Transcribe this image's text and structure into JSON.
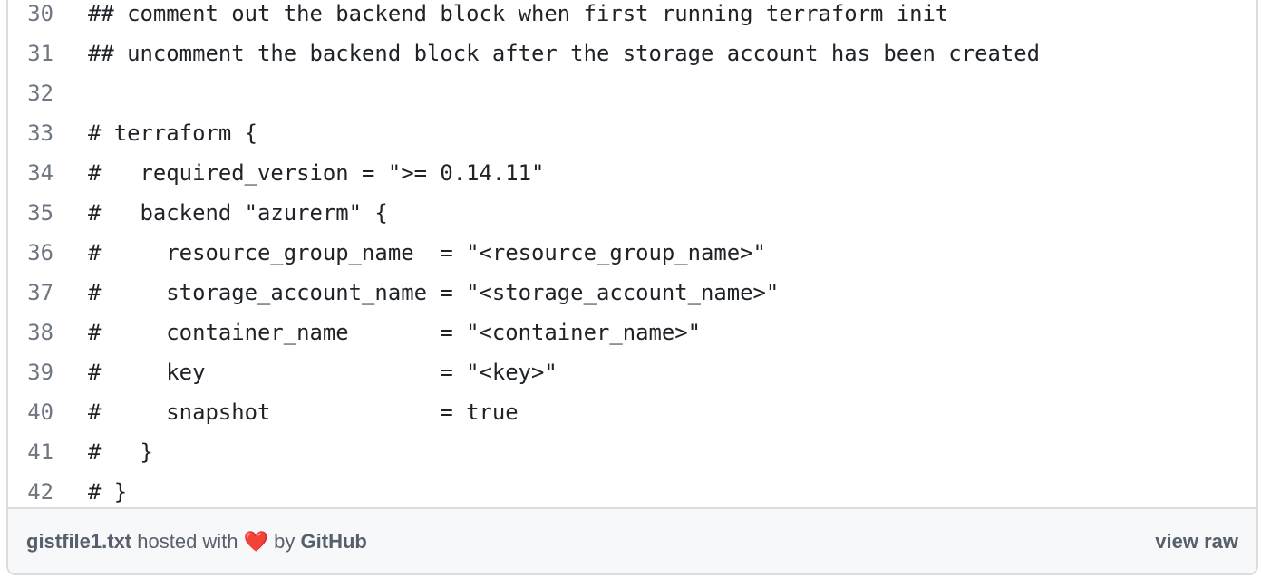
{
  "lines": [
    {
      "n": "30",
      "t": "## comment out the backend block when first running terraform init"
    },
    {
      "n": "31",
      "t": "## uncomment the backend block after the storage account has been created"
    },
    {
      "n": "32",
      "t": ""
    },
    {
      "n": "33",
      "t": "# terraform {"
    },
    {
      "n": "34",
      "t": "#   required_version = \">= 0.14.11\""
    },
    {
      "n": "35",
      "t": "#   backend \"azurerm\" {"
    },
    {
      "n": "36",
      "t": "#     resource_group_name  = \"<resource_group_name>\""
    },
    {
      "n": "37",
      "t": "#     storage_account_name = \"<storage_account_name>\""
    },
    {
      "n": "38",
      "t": "#     container_name       = \"<container_name>\""
    },
    {
      "n": "39",
      "t": "#     key                  = \"<key>\""
    },
    {
      "n": "40",
      "t": "#     snapshot             = true"
    },
    {
      "n": "41",
      "t": "#   }"
    },
    {
      "n": "42",
      "t": "# }"
    }
  ],
  "footer": {
    "filename": "gistfile1.txt",
    "hosted_with": " hosted with ",
    "heart": "❤️",
    "by": " by ",
    "github": "GitHub",
    "view_raw": "view raw"
  }
}
